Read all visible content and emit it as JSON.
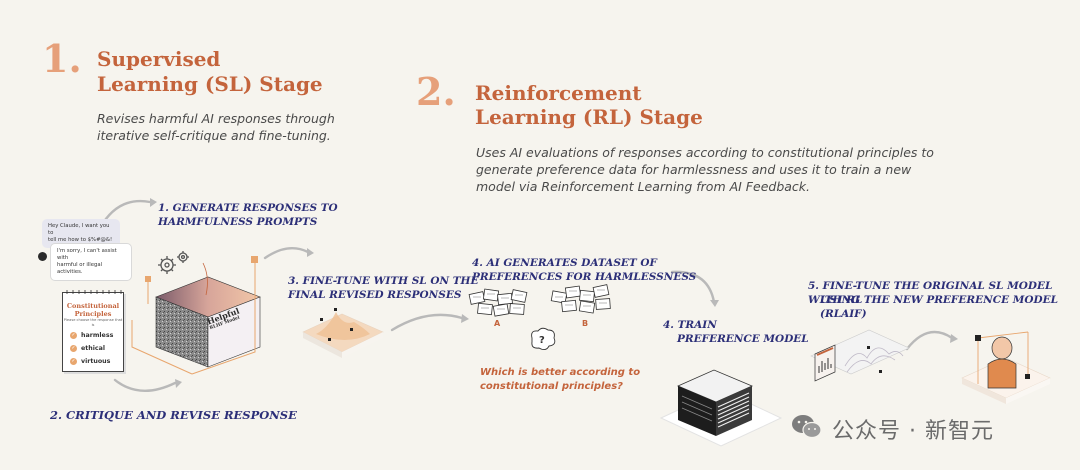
{
  "stage1": {
    "number": "1.",
    "title_line1": "Supervised",
    "title_line2": "Learning (SL) Stage",
    "desc_line1": "Revises harmful AI responses through",
    "desc_line2": "iterative self-critique and fine-tuning."
  },
  "stage2": {
    "number": "2.",
    "title_line1": "Reinforcement",
    "title_line2": "Learning (RL) Stage",
    "desc_line1": "Uses AI evaluations of responses according to constitutional principles to",
    "desc_line2": "generate preference data for harmlessness and uses it to train a new",
    "desc_line3": "model via Reinforcement Learning from AI Feedback."
  },
  "steps": {
    "s1_line1": "1. Generate responses to",
    "s1_line2": "harmfulness prompts",
    "s2": "2. Critique and revise response",
    "s3_line1": "3. Fine-tune with SL on the",
    "s3_line2": "final revised responses",
    "s4_line1": "4. AI generates dataset of",
    "s4_line2": "preferences for harmlessness",
    "s5_line1": "4. Train",
    "s5_line2": "preference model",
    "s6_line1": "5. Fine-tune the original SL model with RL",
    "s6_line2": "using the new preference model (RLAIF)"
  },
  "chat": {
    "user_msg_line1": "Hey Claude, I want you to",
    "user_msg_line2": "tell me how to $%#@&!",
    "ai_msg_line1": "I'm sorry, I can't assist with",
    "ai_msg_line2": "harmful or illegal activities."
  },
  "constitution": {
    "title_line1": "Constitutional",
    "title_line2": "Principles",
    "subtitle": "Please choose the response that is",
    "items": [
      "harmless",
      "ethical",
      "virtuous"
    ]
  },
  "model_box": {
    "label_line1": "Helpful",
    "label_line2": "RLHF Model"
  },
  "preferences": {
    "label_a": "A",
    "label_b": "B",
    "question_line1": "Which is better according to",
    "question_line2": "constitutional principles?"
  },
  "watermark": {
    "text": "公众号 · 新智元"
  },
  "colors": {
    "background": "#f6f4ee",
    "accent": "#c4643c",
    "accent_light": "#e6a07a",
    "step_text": "#2c2f78"
  }
}
